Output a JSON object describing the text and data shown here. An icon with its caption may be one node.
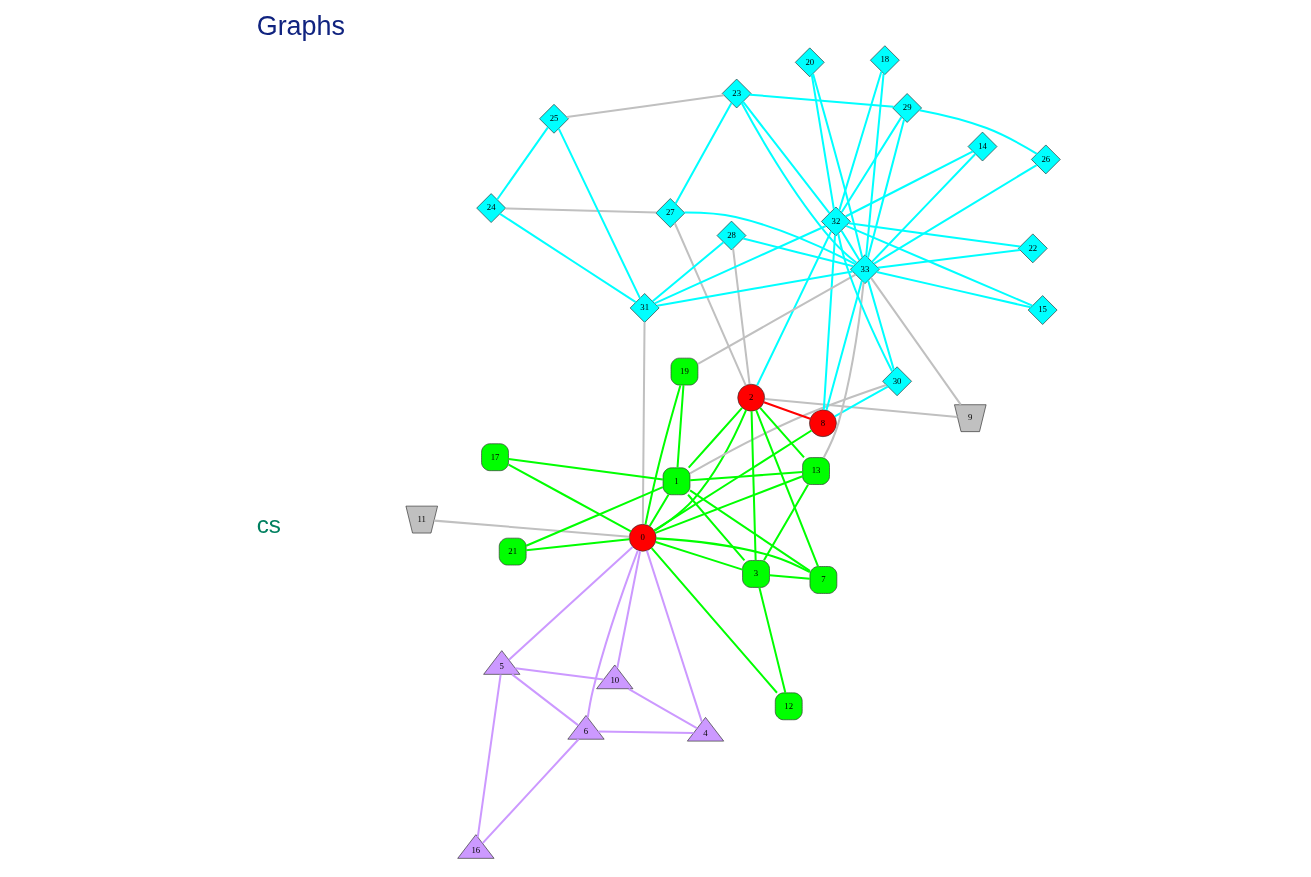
{
  "diagram": {
    "title": "Graphs",
    "nodes": [
      {
        "text": [
          "0"
        ]
      },
      {
        "text": [
          "1"
        ]
      },
      {
        "text": [
          "2"
        ]
      },
      {
        "text": [
          "3"
        ]
      },
      {
        "text": [
          "4"
        ]
      },
      {
        "text": [
          "5"
        ]
      },
      {
        "text": [
          "6"
        ]
      },
      {
        "text": [
          "7"
        ]
      },
      {
        "text": [
          "8"
        ]
      },
      {
        "text": [
          "9"
        ]
      },
      {
        "text": [
          "10"
        ]
      },
      {
        "text": [
          "11"
        ]
      },
      {
        "text": [
          "12"
        ]
      },
      {
        "text": [
          "13"
        ]
      },
      {
        "text": [
          "14"
        ]
      },
      {
        "text": [
          "15"
        ]
      },
      {
        "text": [
          "16"
        ]
      },
      {
        "text": [
          "17"
        ]
      },
      {
        "text": [
          "18"
        ]
      },
      {
        "text": [
          "19"
        ]
      },
      {
        "text": [
          "20"
        ]
      },
      {
        "text": [
          "21"
        ]
      },
      {
        "text": [
          "22"
        ]
      },
      {
        "text": [
          "23"
        ]
      },
      {
        "text": [
          "24"
        ]
      },
      {
        "text": [
          "25"
        ]
      },
      {
        "text": [
          "26"
        ]
      },
      {
        "text": [
          "27"
        ]
      },
      {
        "text": [
          "28"
        ]
      },
      {
        "text": [
          "29"
        ]
      },
      {
        "text": [
          "30"
        ]
      },
      {
        "text": [
          "31"
        ]
      },
      {
        "text": [
          "32"
        ]
      },
      {
        "text": [
          "33"
        ]
      }
    ],
    "edges": [
      {
        "from": 0,
        "to": 1,
        "arrow": "none",
        "color": "#00ff00"
      },
      {
        "from": 0,
        "to": 2,
        "arrow": "none",
        "color": "#00ff00"
      },
      {
        "from": 0,
        "to": 3,
        "arrow": "none",
        "color": "#00ff00"
      },
      {
        "from": 0,
        "to": 4,
        "arrow": "none",
        "color": "#cc99ff"
      },
      {
        "from": 0,
        "to": 5,
        "arrow": "none",
        "color": "#cc99ff"
      },
      {
        "from": 0,
        "to": 6,
        "arrow": "none",
        "color": "#cc99ff"
      },
      {
        "from": 0,
        "to": 7,
        "arrow": "none",
        "color": "#00ff00"
      },
      {
        "from": 0,
        "to": 8,
        "arrow": "none",
        "color": "#00ff00"
      },
      {
        "from": 0,
        "to": 10,
        "arrow": "none",
        "color": "#cc99ff"
      },
      {
        "from": 0,
        "to": 11,
        "arrow": "none",
        "color": "#c0c0c0"
      },
      {
        "from": 0,
        "to": 12,
        "arrow": "none",
        "color": "#00ff00"
      },
      {
        "from": 0,
        "to": 13,
        "arrow": "none",
        "color": "#00ff00"
      },
      {
        "from": 0,
        "to": 17,
        "arrow": "none",
        "color": "#00ff00"
      },
      {
        "from": 0,
        "to": 19,
        "arrow": "none",
        "color": "#00ff00"
      },
      {
        "from": 0,
        "to": 21,
        "arrow": "none",
        "color": "#00ff00"
      },
      {
        "from": 0,
        "to": 31,
        "arrow": "none",
        "color": "#c0c0c0"
      },
      {
        "from": 1,
        "to": 2,
        "arrow": "none",
        "color": "#00ff00"
      },
      {
        "from": 1,
        "to": 3,
        "arrow": "none",
        "color": "#00ff00"
      },
      {
        "from": 1,
        "to": 7,
        "arrow": "none",
        "color": "#00ff00"
      },
      {
        "from": 1,
        "to": 13,
        "arrow": "none",
        "color": "#00ff00"
      },
      {
        "from": 1,
        "to": 17,
        "arrow": "none",
        "color": "#00ff00"
      },
      {
        "from": 1,
        "to": 19,
        "arrow": "none",
        "color": "#00ff00"
      },
      {
        "from": 1,
        "to": 21,
        "arrow": "none",
        "color": "#00ff00"
      },
      {
        "from": 1,
        "to": 30,
        "arrow": "none",
        "color": "#c0c0c0"
      },
      {
        "from": 2,
        "to": 3,
        "arrow": "none",
        "color": "#00ff00"
      },
      {
        "from": 2,
        "to": 7,
        "arrow": "none",
        "color": "#00ff00"
      },
      {
        "from": 2,
        "to": 8,
        "arrow": "none",
        "color": "#ff0000"
      },
      {
        "from": 2,
        "to": 9,
        "arrow": "none",
        "color": "#c0c0c0"
      },
      {
        "from": 2,
        "to": 13,
        "arrow": "none",
        "color": "#00ff00"
      },
      {
        "from": 2,
        "to": 27,
        "arrow": "none",
        "color": "#c0c0c0"
      },
      {
        "from": 2,
        "to": 28,
        "arrow": "none",
        "color": "#c0c0c0"
      },
      {
        "from": 2,
        "to": 32,
        "arrow": "none"
      },
      {
        "from": 3,
        "to": 7,
        "arrow": "none",
        "color": "#00ff00"
      },
      {
        "from": 3,
        "to": 12,
        "arrow": "none",
        "color": "#00ff00"
      },
      {
        "from": 3,
        "to": 13,
        "arrow": "none",
        "color": "#00ff00"
      },
      {
        "from": 4,
        "to": 6,
        "arrow": "none",
        "color": "#cc99ff"
      },
      {
        "from": 4,
        "to": 10,
        "arrow": "none",
        "color": "#cc99ff"
      },
      {
        "from": 5,
        "to": 6,
        "arrow": "none",
        "color": "#cc99ff"
      },
      {
        "from": 5,
        "to": 10,
        "arrow": "none",
        "color": "#cc99ff"
      },
      {
        "from": 5,
        "to": 16,
        "arrow": "none",
        "color": "#cc99ff"
      },
      {
        "from": 6,
        "to": 16,
        "arrow": "none",
        "color": "#cc99ff"
      },
      {
        "from": 8,
        "to": 30,
        "arrow": "none"
      },
      {
        "from": 8,
        "to": 32,
        "arrow": "none"
      },
      {
        "from": 8,
        "to": 33,
        "arrow": "none"
      },
      {
        "from": 9,
        "to": 33,
        "arrow": "none",
        "color": "#c0c0c0"
      },
      {
        "from": 13,
        "to": 33,
        "arrow": "none",
        "color": "#c0c0c0"
      },
      {
        "from": 14,
        "to": 32,
        "arrow": "none"
      },
      {
        "from": 14,
        "to": 33,
        "arrow": "none"
      },
      {
        "from": 15,
        "to": 32,
        "arrow": "none"
      },
      {
        "from": 15,
        "to": 33,
        "arrow": "none"
      },
      {
        "from": 18,
        "to": 32,
        "arrow": "none"
      },
      {
        "from": 18,
        "to": 33,
        "arrow": "none"
      },
      {
        "from": 19,
        "to": 33,
        "arrow": "none",
        "color": "#c0c0c0"
      },
      {
        "from": 20,
        "to": 32,
        "arrow": "none"
      },
      {
        "from": 20,
        "to": 33,
        "arrow": "none"
      },
      {
        "from": 22,
        "to": 32,
        "arrow": "none"
      },
      {
        "from": 22,
        "to": 33,
        "arrow": "none"
      },
      {
        "from": 23,
        "to": 25,
        "arrow": "none",
        "color": "#c0c0c0"
      },
      {
        "from": 23,
        "to": 27,
        "arrow": "none"
      },
      {
        "from": 23,
        "to": 29,
        "arrow": "none"
      },
      {
        "from": 23,
        "to": 32,
        "arrow": "none"
      },
      {
        "from": 23,
        "to": 33,
        "arrow": "none"
      },
      {
        "from": 24,
        "to": 25,
        "arrow": "none"
      },
      {
        "from": 24,
        "to": 27,
        "arrow": "none",
        "color": "#c0c0c0"
      },
      {
        "from": 24,
        "to": 31,
        "arrow": "none"
      },
      {
        "from": 25,
        "to": 31,
        "arrow": "none"
      },
      {
        "from": 26,
        "to": 29,
        "arrow": "none"
      },
      {
        "from": 26,
        "to": 33,
        "arrow": "none"
      },
      {
        "from": 27,
        "to": 33,
        "arrow": "none"
      },
      {
        "from": 28,
        "to": 31,
        "arrow": "none"
      },
      {
        "from": 28,
        "to": 33,
        "arrow": "none"
      },
      {
        "from": 29,
        "to": 32,
        "arrow": "none"
      },
      {
        "from": 29,
        "to": 33,
        "arrow": "none"
      },
      {
        "from": 30,
        "to": 32,
        "arrow": "none"
      },
      {
        "from": 30,
        "to": 33,
        "arrow": "none"
      },
      {
        "from": 31,
        "to": 32,
        "arrow": "none"
      },
      {
        "from": 31,
        "to": 33,
        "arrow": "none"
      },
      {
        "from": 32,
        "to": 33,
        "arrow": "none"
      }
    ],
    "labels": [
      "cs"
    ]
  }
}
